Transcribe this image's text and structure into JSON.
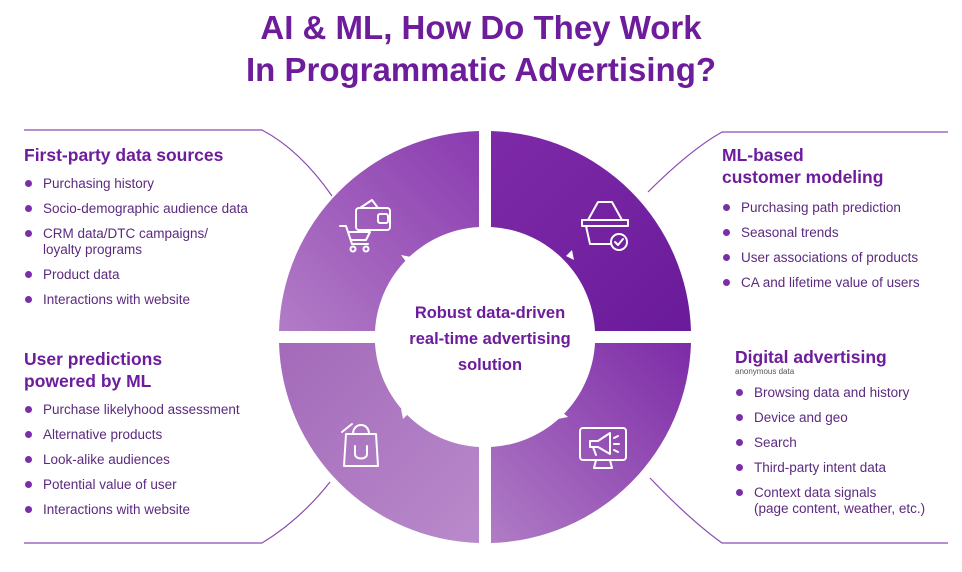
{
  "title": {
    "line1": "AI & ML, How Do They Work",
    "line2": "In Programmatic Advertising?"
  },
  "center": {
    "line1": "Robust data-driven",
    "line2": "real-time advertising",
    "line3": "solution"
  },
  "panels": {
    "top_left": {
      "heading": "First-party data sources",
      "items": [
        "Purchasing history",
        "Socio-demographic audience data",
        "CRM data/DTC campaigns/\nloyalty programs",
        "Product data",
        "Interactions with website"
      ]
    },
    "top_right": {
      "heading_line1": "ML-based",
      "heading_line2": "customer modeling",
      "items": [
        "Purchasing path prediction",
        "Seasonal trends",
        "User associations of products",
        "CA and lifetime value of users"
      ]
    },
    "bottom_left": {
      "heading_line1": "User predictions",
      "heading_line2": "powered by ML",
      "items": [
        "Purchase likelyhood assessment",
        "Alternative products",
        "Look-alike audiences",
        "Potential value of user",
        "Interactions with website"
      ]
    },
    "bottom_right": {
      "heading": "Digital advertising",
      "subheading": "anonymous data",
      "items": [
        "Browsing data and history",
        "Device and geo",
        "Search",
        "Third-party intent data",
        "Context data signals\n(page content, weather, etc.)"
      ]
    }
  },
  "icons": {
    "top_left": "wallet-cart-icon",
    "top_right": "shopping-basket-check-icon",
    "bottom_left": "shopping-bag-icon",
    "bottom_right": "monitor-megaphone-icon"
  },
  "colors": {
    "title": "#6d1c9c",
    "ring_light": "#a66bbd",
    "ring_dark": "#6f1e9e",
    "bullet": "#7a2ea8"
  }
}
